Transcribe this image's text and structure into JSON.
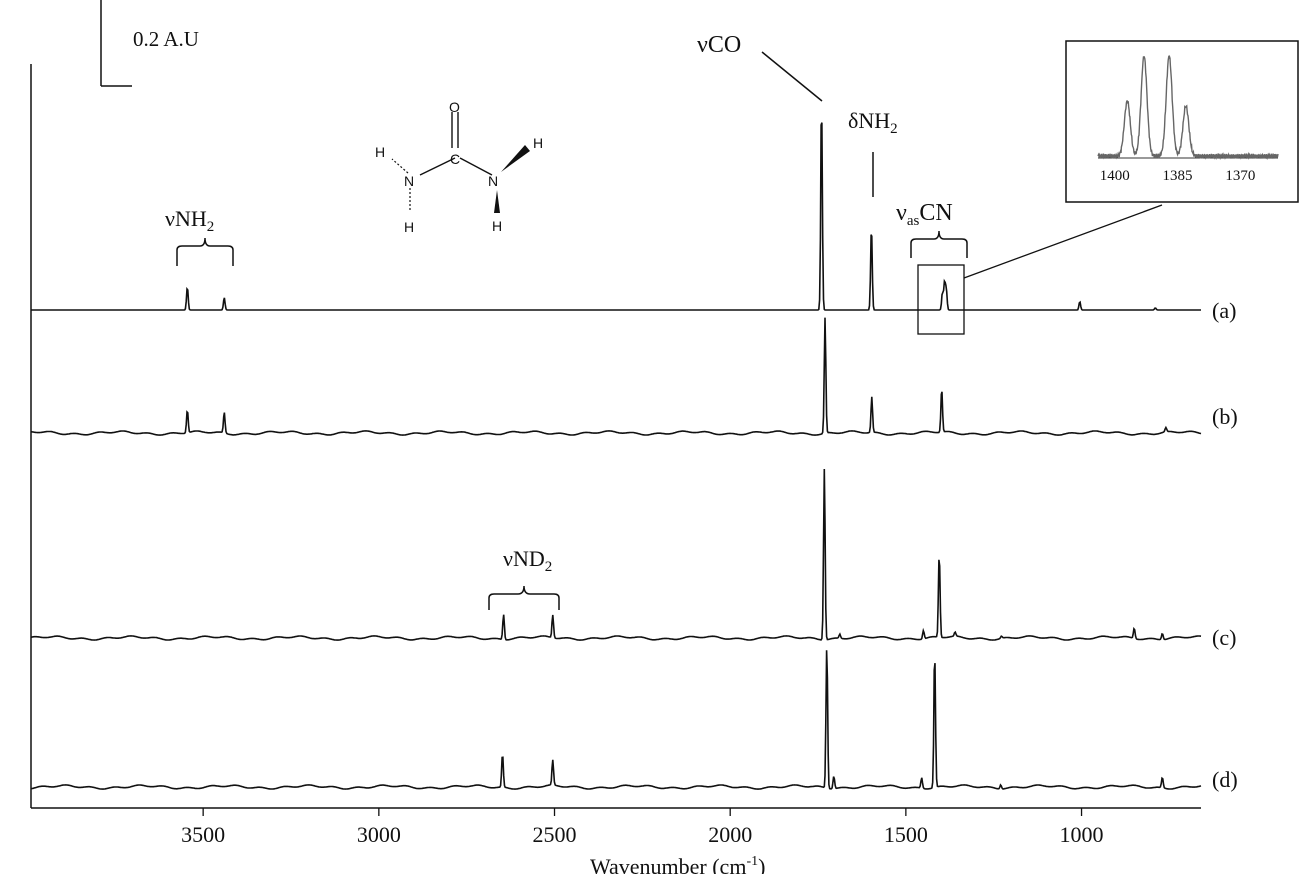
{
  "chart_data": {
    "type": "line",
    "xlabel": "Wavenumber (cm",
    "xlabel_sup": "-1",
    "xlabel_close": ")",
    "xlim": [
      3990,
      660
    ],
    "x_reversed": true,
    "x_ticks": [
      3500,
      3000,
      2500,
      2000,
      1500,
      1000
    ],
    "scale_bar_label": "0.2 A.U",
    "series": [
      {
        "name": "(a)",
        "peaks": [
          [
            3545,
            0.11
          ],
          [
            3440,
            0.06
          ],
          [
            1740,
            1.0
          ],
          [
            1598,
            0.4
          ],
          [
            1396,
            0.08
          ],
          [
            1390,
            0.13
          ],
          [
            1385,
            0.1
          ],
          [
            1005,
            0.04
          ],
          [
            790,
            0.01
          ]
        ]
      },
      {
        "name": "(b)",
        "peaks": [
          [
            3545,
            0.11
          ],
          [
            3440,
            0.1
          ],
          [
            1730,
            0.55
          ],
          [
            1597,
            0.17
          ],
          [
            1398,
            0.21
          ],
          [
            760,
            0.02
          ]
        ]
      },
      {
        "name": "(c)",
        "peaks": [
          [
            2645,
            0.12
          ],
          [
            2505,
            0.11
          ],
          [
            1732,
            0.82
          ],
          [
            1688,
            0.02
          ],
          [
            1450,
            0.04
          ],
          [
            1405,
            0.4
          ],
          [
            1360,
            0.02
          ],
          [
            1228,
            0.01
          ],
          [
            850,
            0.05
          ],
          [
            770,
            0.03
          ]
        ]
      },
      {
        "name": "(d)",
        "peaks": [
          [
            2648,
            0.16
          ],
          [
            2505,
            0.12
          ],
          [
            1725,
            0.68
          ],
          [
            1705,
            0.06
          ],
          [
            1455,
            0.05
          ],
          [
            1418,
            0.65
          ],
          [
            1230,
            0.02
          ],
          [
            770,
            0.05
          ]
        ]
      }
    ],
    "annotations": {
      "vNH2": "νNH",
      "vNH2_sub": "2",
      "vND2": "νND",
      "vND2_sub": "2",
      "vCO": "νCO",
      "dNH2": "δNH",
      "dNH2_sub": "2",
      "vasCN_pre": "ν",
      "vasCN_sub": "as",
      "vasCN_post": "CN"
    },
    "inset": {
      "x_ticks": [
        1400,
        1385,
        1370
      ],
      "xlim": [
        1404,
        1361
      ],
      "peaks": [
        [
          1397,
          0.55
        ],
        [
          1393,
          1.0
        ],
        [
          1387,
          1.0
        ],
        [
          1383,
          0.5
        ]
      ]
    },
    "molecule_atoms": [
      "O",
      "C",
      "N",
      "N",
      "H",
      "H",
      "H",
      "H"
    ]
  }
}
